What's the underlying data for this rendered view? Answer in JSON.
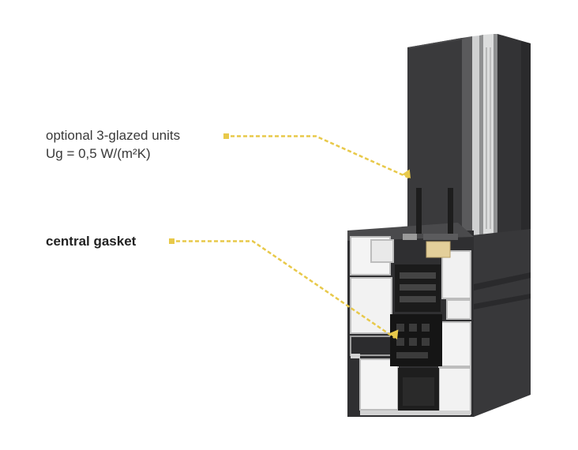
{
  "callouts": [
    {
      "id": "glazing",
      "line1": "optional 3-glazed units",
      "line2": "Ug = 0,5 W/(m²K)"
    },
    {
      "id": "gasket",
      "line1": "central gasket"
    }
  ],
  "colors": {
    "accent": "#e8c94a",
    "profile": "#3d3d3f",
    "profile_dark": "#2c2c2e",
    "aluminium": "#c9c9c9",
    "gasket": "#1a1a1a",
    "glass": "#d9dadb"
  }
}
